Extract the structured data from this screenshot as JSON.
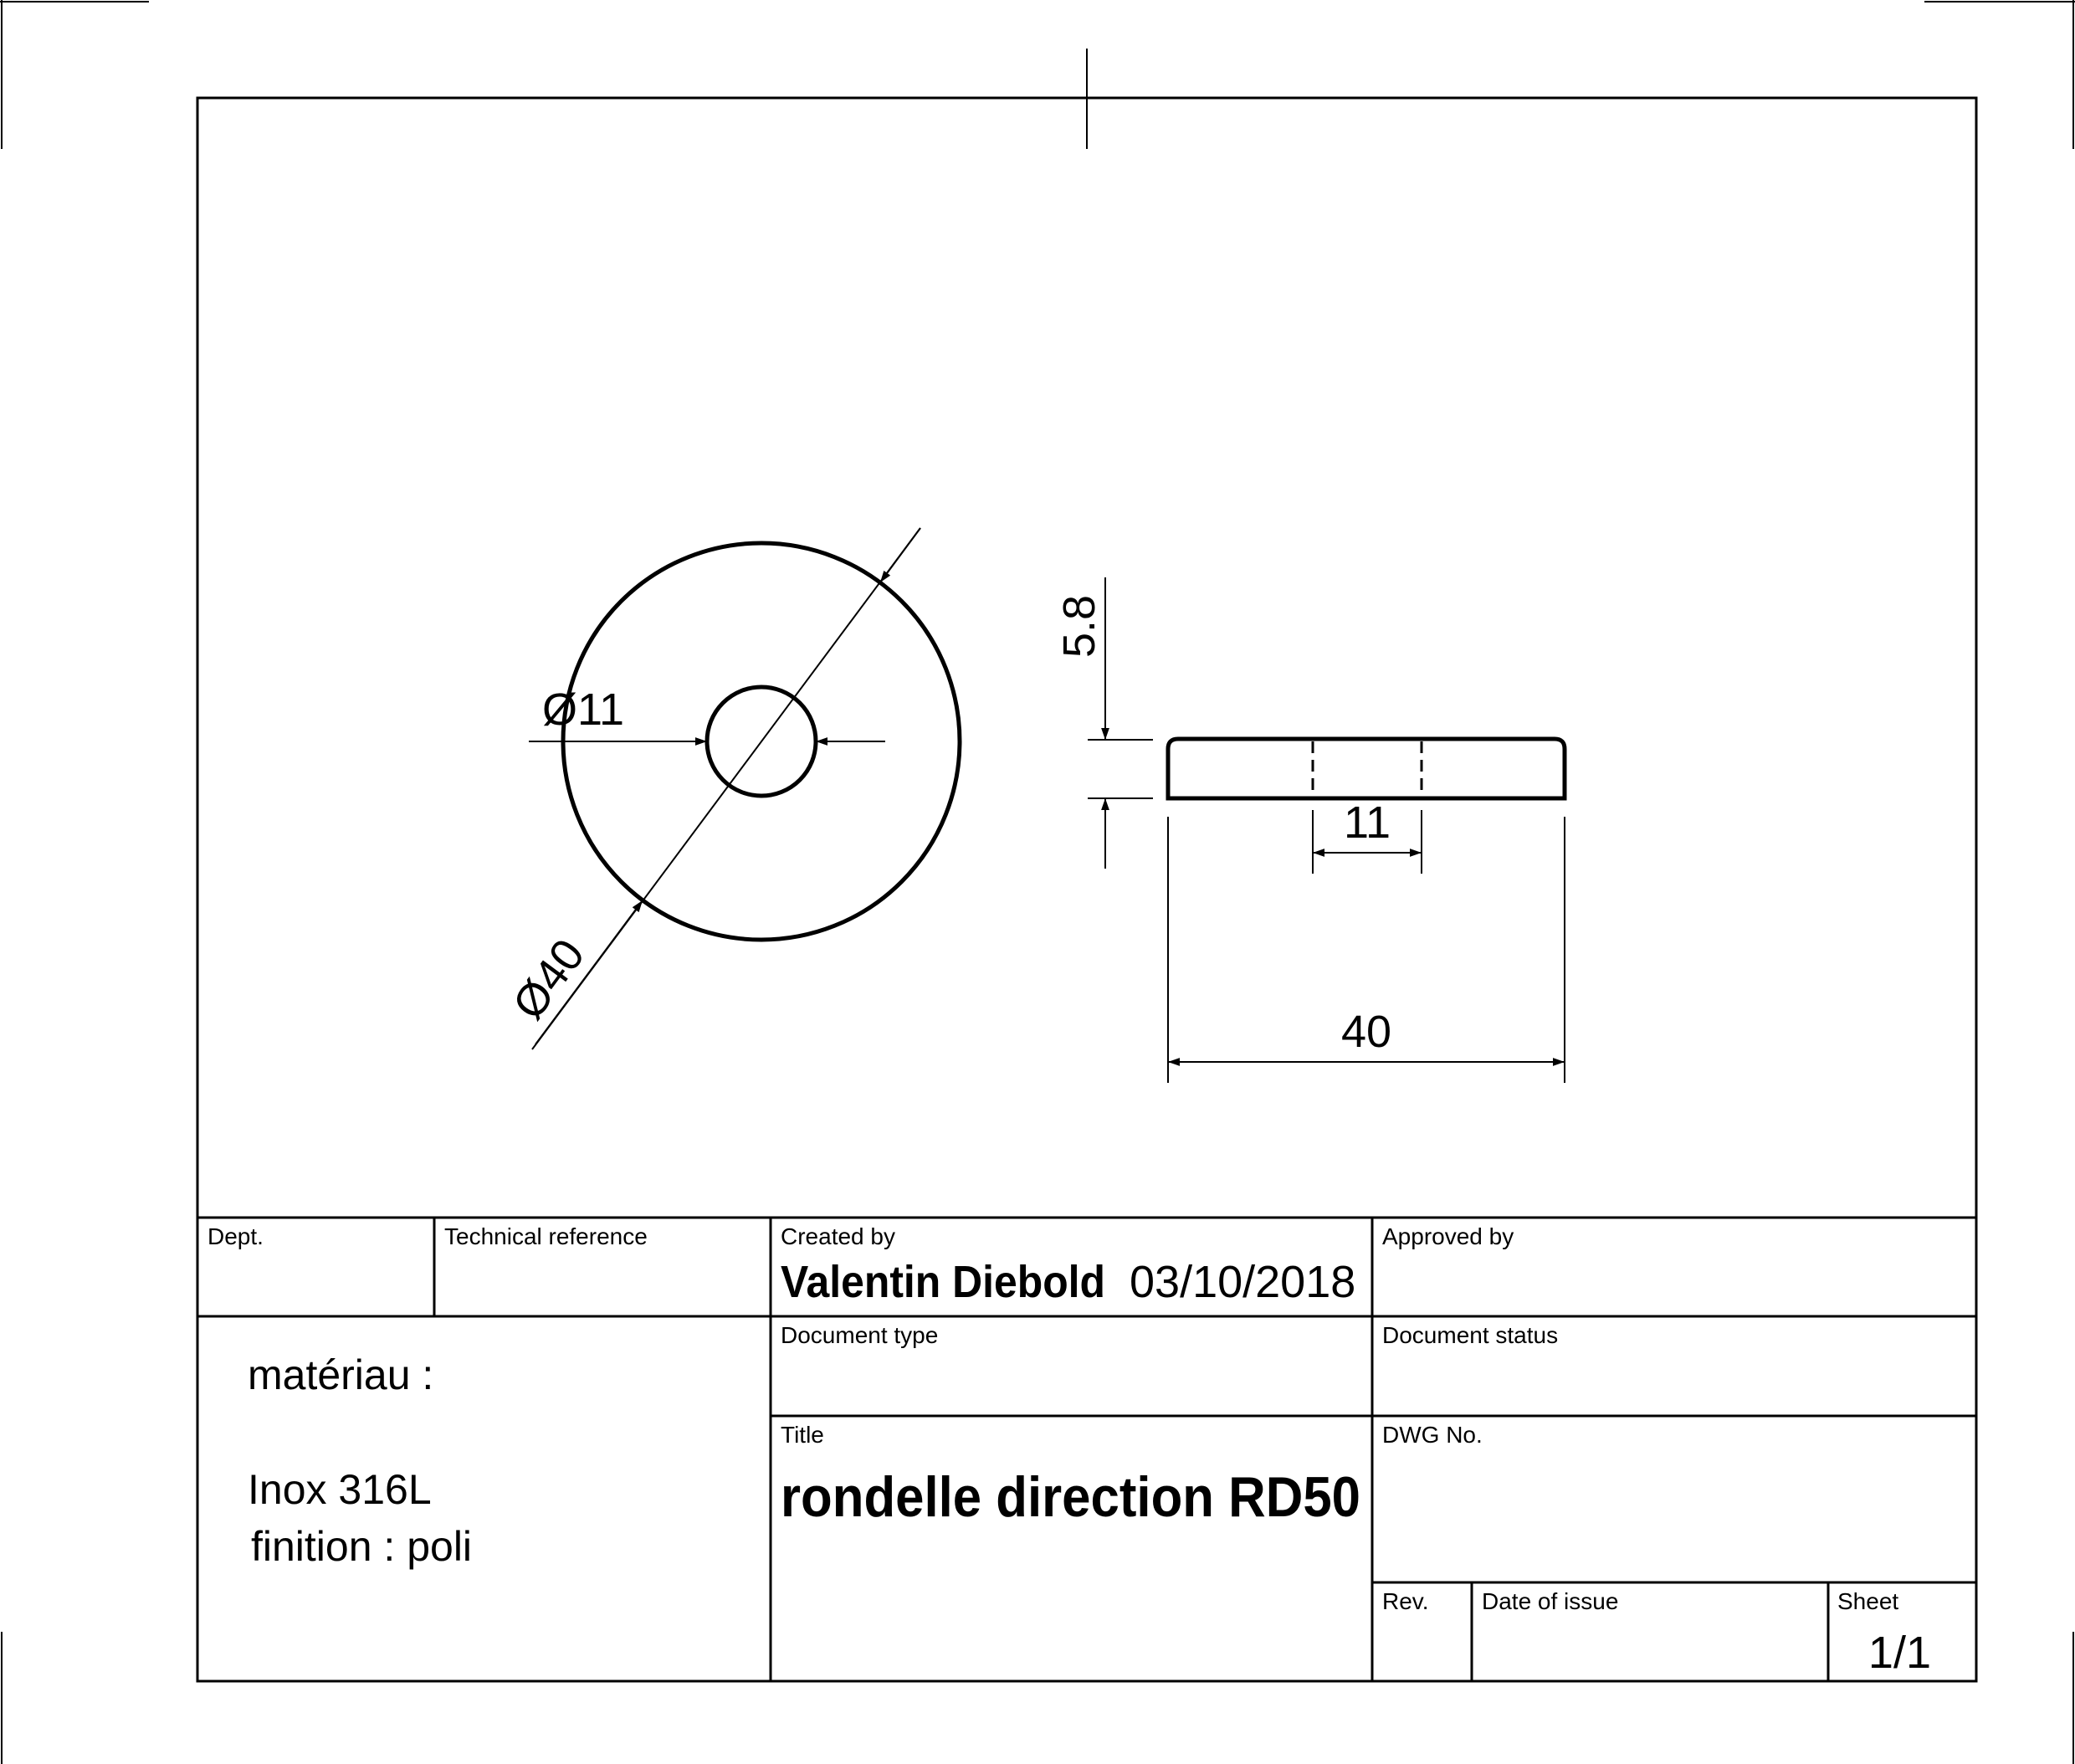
{
  "drawing": {
    "front_view": {
      "outer_diameter_label": "Ø40",
      "inner_diameter_label": "Ø11"
    },
    "side_view": {
      "thickness_label": "5.8",
      "hole_width_label": "11",
      "overall_width_label": "40"
    }
  },
  "title_block": {
    "dept_label": "Dept.",
    "technical_reference_label": "Technical reference",
    "created_by_label": "Created by",
    "created_by_name": "Valentin Diebold",
    "created_by_date": "03/10/2018",
    "approved_by_label": "Approved by",
    "material_heading": "matériau :",
    "material_value": "Inox 316L",
    "finish_value": "finition : poli",
    "document_type_label": "Document type",
    "document_status_label": "Document status",
    "title_label": "Title",
    "title_value": "rondelle direction RD50",
    "dwg_no_label": "DWG No.",
    "rev_label": "Rev.",
    "date_of_issue_label": "Date of issue",
    "sheet_label": "Sheet",
    "sheet_value": "1/1"
  }
}
